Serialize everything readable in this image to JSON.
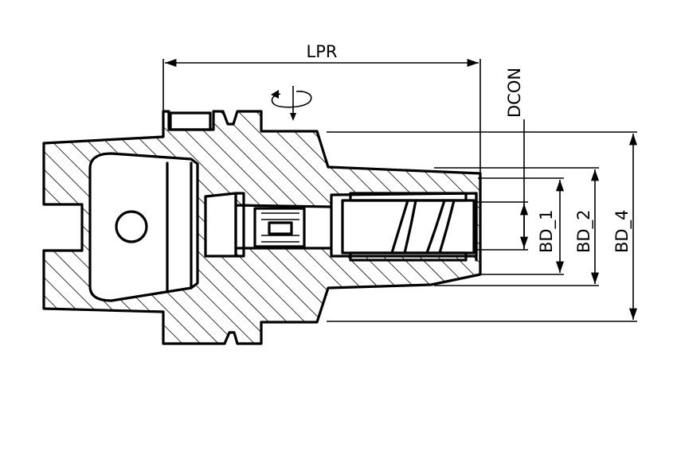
{
  "diagram": {
    "labels": {
      "lpr": "LPR",
      "dcon": "DCON",
      "bd1": "BD_1",
      "bd2": "BD_2",
      "bd4": "BD_4"
    },
    "icons": {
      "rotation": "rotation-direction-icon"
    },
    "colors": {
      "line": "#000000",
      "background": "#ffffff"
    }
  }
}
